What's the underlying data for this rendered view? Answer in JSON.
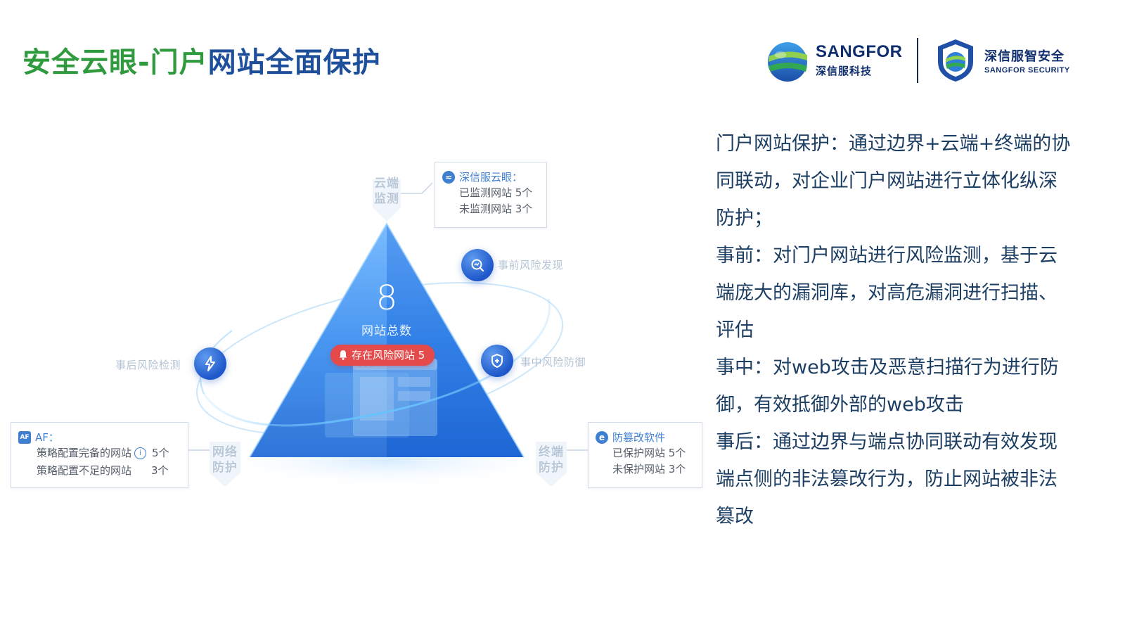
{
  "title": {
    "part1": "安全云眼-门户",
    "part2": "网站全面保护"
  },
  "logos": {
    "brand_en": "SANGFOR",
    "brand_cn": "深信服科技",
    "brand2_cn": "深信服智安全",
    "brand2_en": "SANGFOR SECURITY"
  },
  "diagram": {
    "center": {
      "number": "8",
      "caption": "网站总数",
      "risk_badge": "存在风险网站 5"
    },
    "corner_labels": {
      "top": [
        "云端",
        "监测"
      ],
      "left": [
        "网络",
        "防护"
      ],
      "right": [
        "终端",
        "防护"
      ]
    },
    "nodes": {
      "before": "事前风险发现",
      "during": "事中风险防御",
      "after": "事后风险检测"
    },
    "boxes": {
      "cloud_eye": {
        "title": "深信服云眼：",
        "lines": [
          "已监测网站 5个",
          "未监测网站 3个"
        ]
      },
      "af": {
        "title": "AF：",
        "icon_text": "AF",
        "rows": [
          {
            "label": "策略配置完备的网站",
            "value": "5个"
          },
          {
            "label": "策略配置不足的网站",
            "value": "3个"
          }
        ]
      },
      "tamper": {
        "title": "防篡改软件",
        "lines": [
          "已保护网站 5个",
          "未保护网站 3个"
        ]
      }
    }
  },
  "description": [
    "门户网站保护：通过边界+云端+终端的协同联动，对企业门户网站进行立体化纵深防护；",
    "事前：对门户网站进行风险监测，基于云端庞大的漏洞库，对高危漏洞进行扫描、评估",
    "事中：对web攻击及恶意扫描行为进行防御，有效抵御外部的web攻击",
    "事后：通过边界与端点协同联动有效发现端点侧的非法篡改行为，防止网站被非法篡改"
  ],
  "colors": {
    "title_green": "#2f9a3e",
    "title_blue": "#1e4f9a",
    "brand_navy": "#0f2e6e",
    "triangle_blue": "#2f7fe0",
    "risk_red": "#e44a4a",
    "text_dark": "#1c3e63"
  },
  "icons": [
    "sangfor-globe-logo",
    "sangfor-shield-logo",
    "cloud-eye-icon",
    "af-icon",
    "tamper-icon",
    "search-icon",
    "lightning-icon",
    "shield-plus-icon",
    "bell-icon",
    "info-icon"
  ]
}
